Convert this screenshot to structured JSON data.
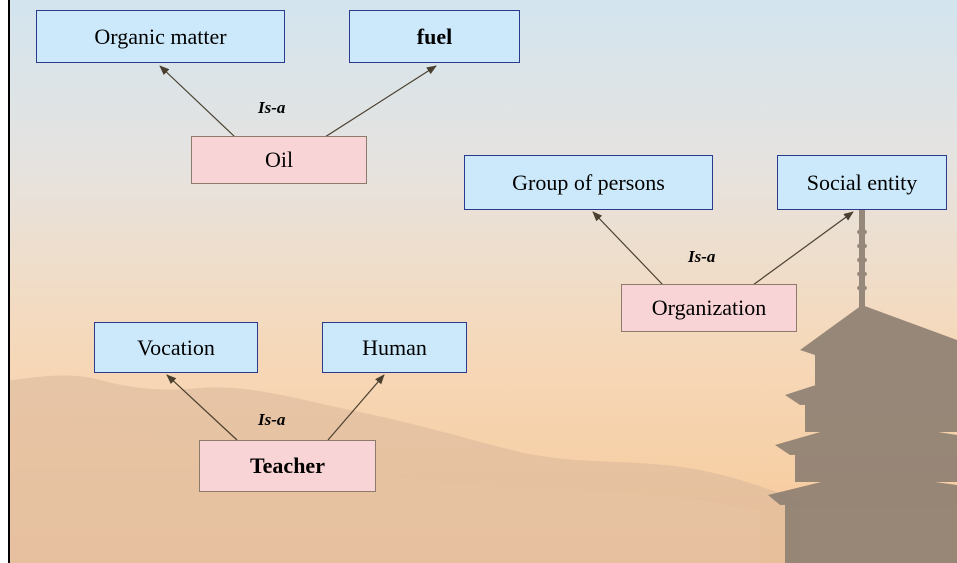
{
  "diagram": {
    "relation_label": "Is-a",
    "nodes": {
      "organic_matter": "Organic matter",
      "fuel": "fuel",
      "oil": "Oil",
      "group_of_persons": "Group of persons",
      "social_entity": "Social entity",
      "organization": "Organization",
      "vocation": "Vocation",
      "human": "Human",
      "teacher": "Teacher"
    },
    "edges": [
      {
        "from": "oil",
        "to": "organic_matter",
        "label": "Is-a"
      },
      {
        "from": "oil",
        "to": "fuel",
        "label": "Is-a"
      },
      {
        "from": "organization",
        "to": "group_of_persons",
        "label": "Is-a"
      },
      {
        "from": "organization",
        "to": "social_entity",
        "label": "Is-a"
      },
      {
        "from": "teacher",
        "to": "vocation",
        "label": "Is-a"
      },
      {
        "from": "teacher",
        "to": "human",
        "label": "Is-a"
      }
    ]
  },
  "colors": {
    "parent_fill": "#cce9fb",
    "parent_border": "#2b3a8c",
    "child_fill": "#f9d4d6",
    "child_border": "#8c7a6b",
    "connector": "#4a4030"
  }
}
